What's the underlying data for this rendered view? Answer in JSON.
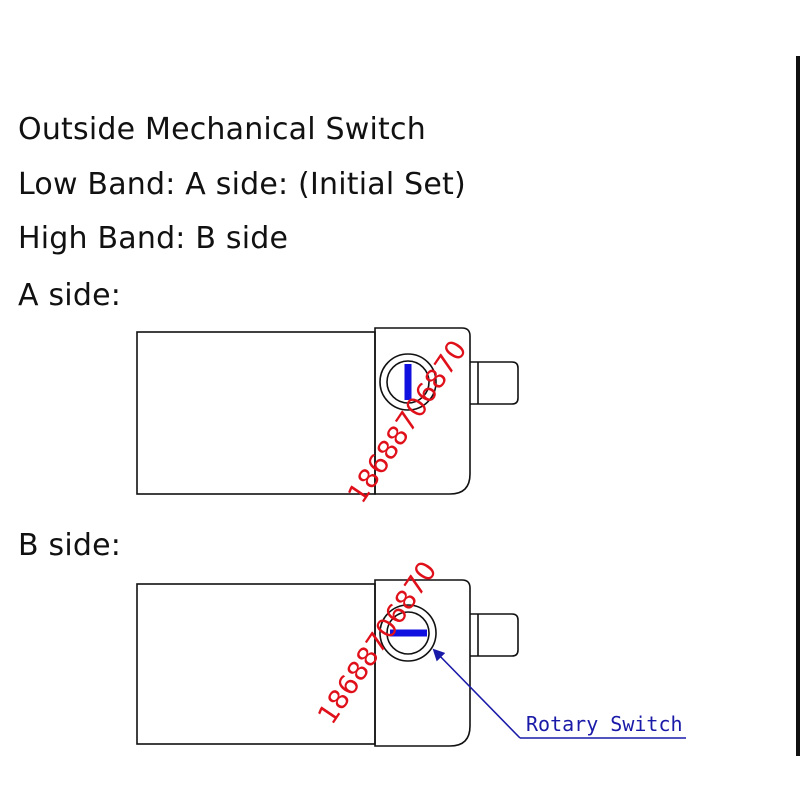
{
  "text": {
    "title": "Outside Mechanical Switch",
    "low_band": "Low Band: A side: (Initial Set)",
    "high_band": "High Band: B side",
    "a_side": "A side:",
    "b_side": "B side:"
  },
  "drawing": {
    "callout_label": "Rotary Switch",
    "watermark": "18688706870"
  },
  "colors": {
    "indicator": "#1010e0",
    "callout": "#1a1aa8",
    "watermark": "#e0101a",
    "outline": "#111111"
  }
}
